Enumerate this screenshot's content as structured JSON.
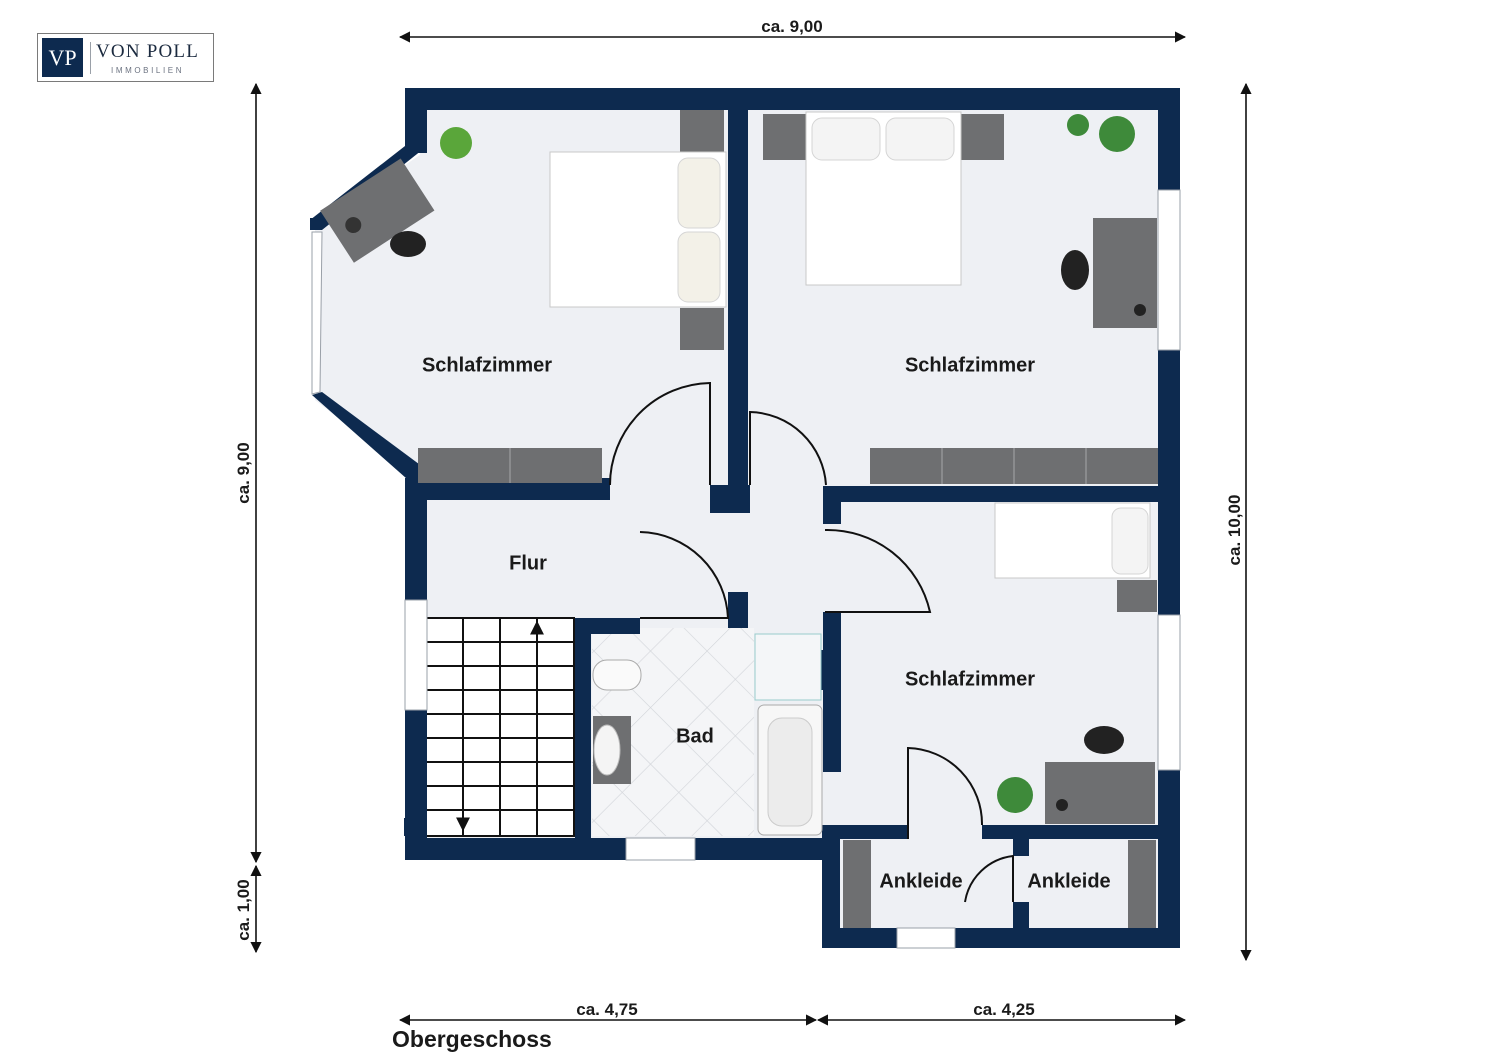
{
  "logo": {
    "mark": "VP",
    "name": "VON POLL",
    "subtitle": "IMMOBILIEN"
  },
  "floor_label": "Obergeschoss",
  "rooms": {
    "bedroom_nw": "Schlafzimmer",
    "bedroom_ne": "Schlafzimmer",
    "bedroom_se": "Schlafzimmer",
    "hallway": "Flur",
    "bathroom": "Bad",
    "dressing_left": "Ankleide",
    "dressing_right": "Ankleide"
  },
  "dimensions": {
    "top_width": "ca. 9,00",
    "left_height": "ca. 9,00",
    "left_lower": "ca. 1,00",
    "right_height": "ca. 10,00",
    "bottom_left": "ca. 4,75",
    "bottom_right": "ca. 4,25"
  },
  "colors": {
    "wall": "#0d2a4f",
    "floor": "#eef0f4",
    "furniture": "#6e6f71",
    "tile": "#f3f4f6"
  }
}
